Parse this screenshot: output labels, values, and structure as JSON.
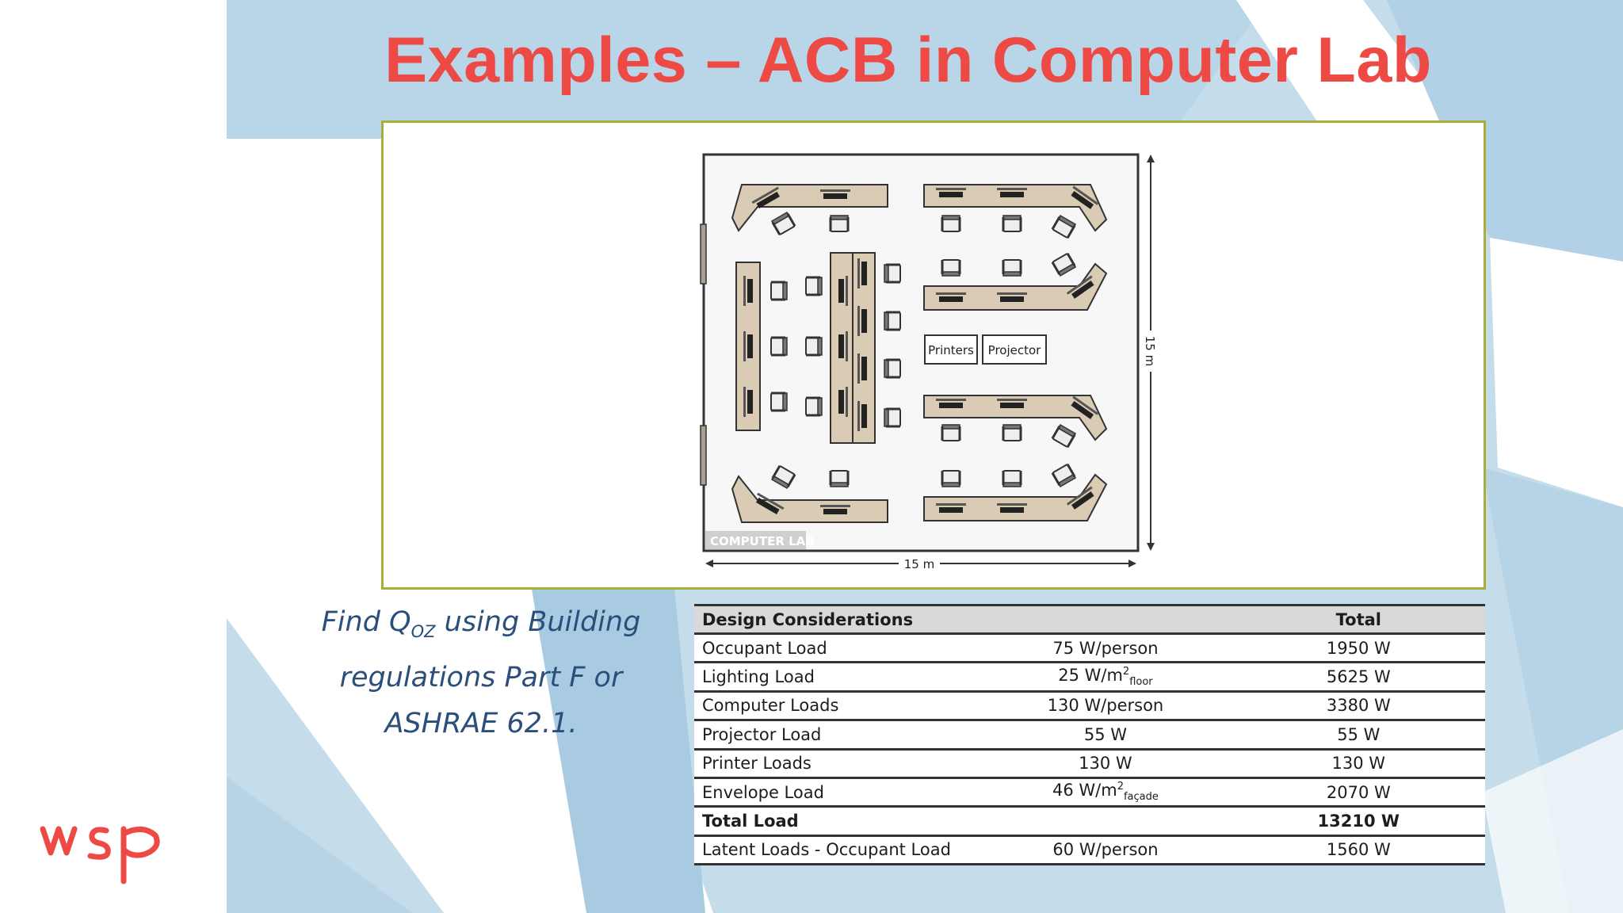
{
  "slide": {
    "title": "Examples – ACB in Computer Lab",
    "brand": "wsp",
    "find_text": {
      "prefix": "Find Q",
      "subscript": "OZ",
      "suffix": " using Building regulations Part F or ASHRAE 62.1."
    }
  },
  "floorplan": {
    "corner_label": "COMPUTER LAB",
    "width_label": "15 m",
    "height_label": "15 m",
    "printers_label": "Printers",
    "projector_label": "Projector"
  },
  "table": {
    "header": {
      "col1": "Design Considerations",
      "col3": "Total"
    },
    "rows": [
      {
        "label": "Occupant Load",
        "value": "75 W/person",
        "value_sup": "",
        "value_sub": "",
        "total": "1950 W",
        "bold": false
      },
      {
        "label": "Lighting Load",
        "value": "25 W/m",
        "value_sup": "2",
        "value_sub": "floor",
        "total": "5625 W",
        "bold": false
      },
      {
        "label": "Computer Loads",
        "value": "130 W/person",
        "value_sup": "",
        "value_sub": "",
        "total": "3380 W",
        "bold": false
      },
      {
        "label": "Projector Load",
        "value": "55 W",
        "value_sup": "",
        "value_sub": "",
        "total": "55 W",
        "bold": false
      },
      {
        "label": "Printer Loads",
        "value": "130 W",
        "value_sup": "",
        "value_sub": "",
        "total": "130 W",
        "bold": false
      },
      {
        "label": "Envelope Load",
        "value": "46 W/m",
        "value_sup": "2",
        "value_sub": "façade",
        "total": "2070 W",
        "bold": false
      },
      {
        "label": "Total Load",
        "value": "",
        "value_sup": "",
        "value_sub": "",
        "total": "13210 W",
        "bold": true
      },
      {
        "label": "Latent Loads - Occupant Load",
        "value": "60 W/person",
        "value_sup": "",
        "value_sub": "",
        "total": "1560 W",
        "bold": false
      }
    ]
  },
  "colors": {
    "title": "#ee4a45",
    "background_light": "#c3dbea",
    "background_mid": "#a9cbe1",
    "figure_border": "#a9ae3a",
    "desk": "#d9cbb4",
    "find_text": "#2b4f7a",
    "table_header_bg": "#d9d9d9",
    "logo": "#ee4a45"
  }
}
